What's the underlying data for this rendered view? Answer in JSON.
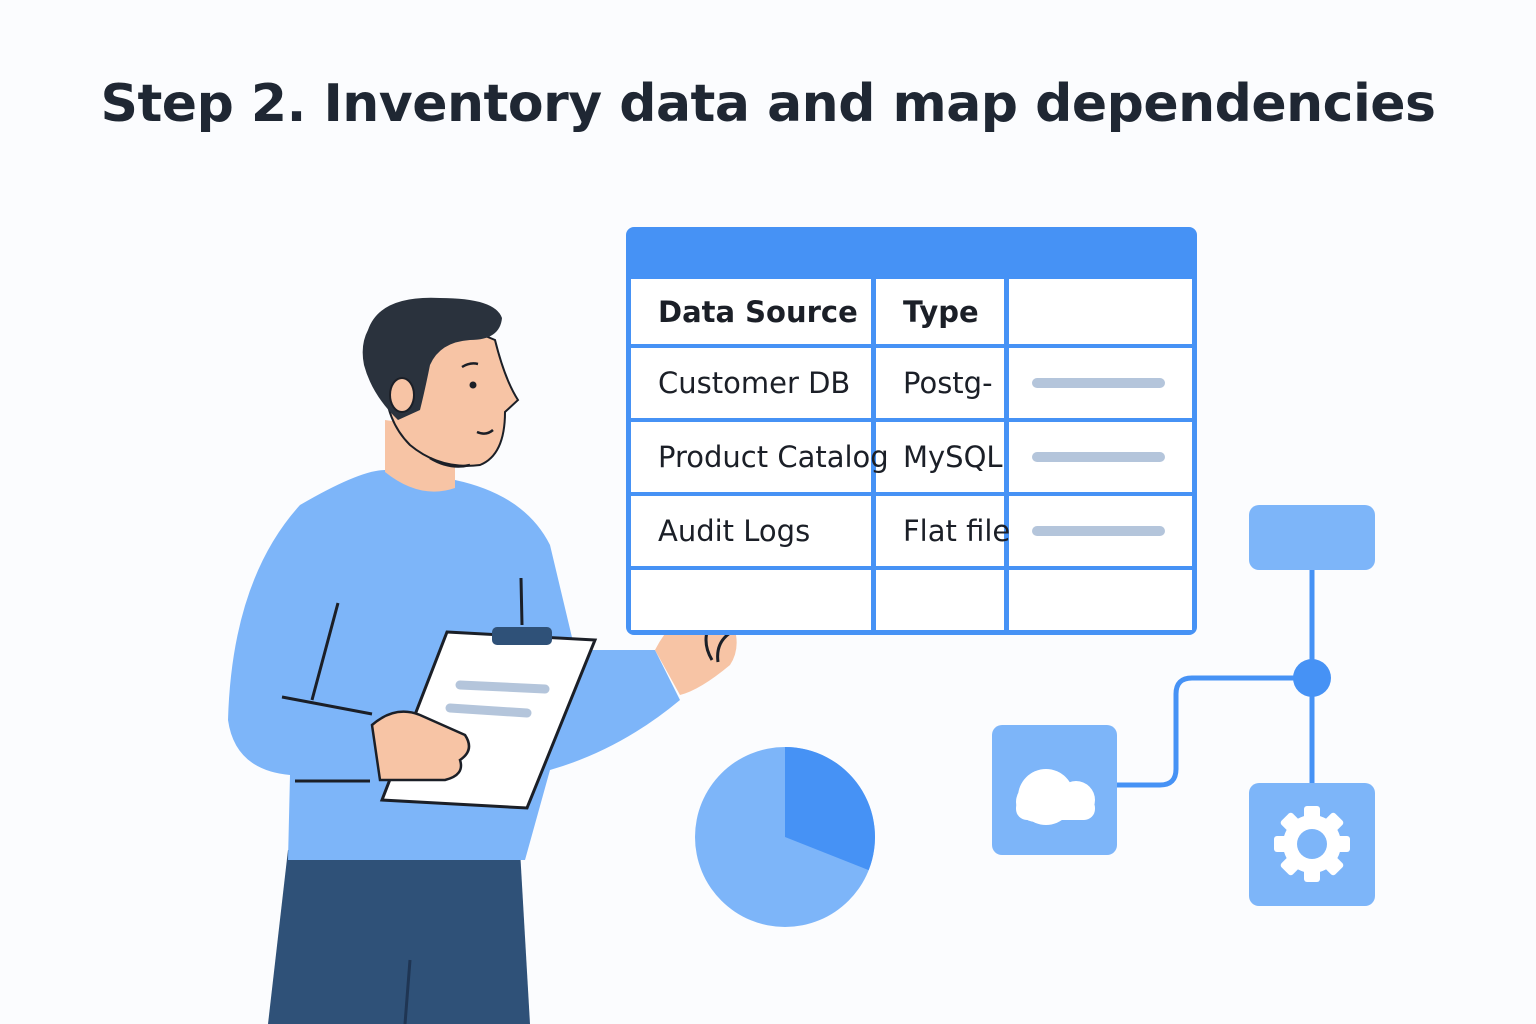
{
  "title": "Step 2. Inventory data and map dependencies",
  "table": {
    "headers": [
      "Data Source",
      "Type",
      ""
    ],
    "rows": [
      {
        "source": "Customer DB",
        "type": "Postg-"
      },
      {
        "source": "Product Catalog",
        "type": "MySQL"
      },
      {
        "source": "Audit Logs",
        "type": "Flat files"
      }
    ]
  },
  "colors": {
    "primary": "#4692f5",
    "light": "#7db5f9",
    "placeholder_bar": "#b4c5db",
    "pants": "#2f5178",
    "skin": "#f7c4a5",
    "hair": "#2a323d"
  },
  "pie_chart": {
    "dark_share_percent": 31
  },
  "icons": [
    "cloud-icon",
    "gear-icon",
    "clipboard-icon"
  ]
}
